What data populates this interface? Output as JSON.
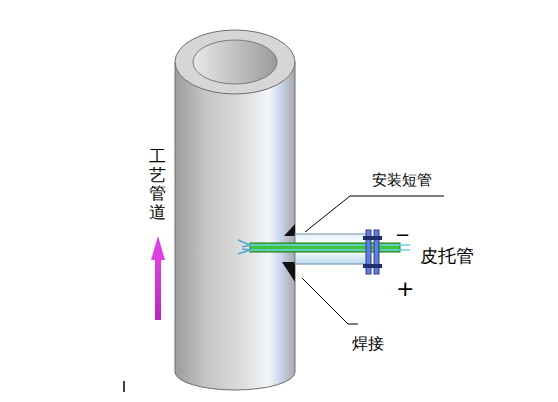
{
  "diagram": {
    "labels": [
      "工艺管道",
      "安装短管",
      "皮托管",
      "−",
      "+",
      "焊接"
    ]
  }
}
